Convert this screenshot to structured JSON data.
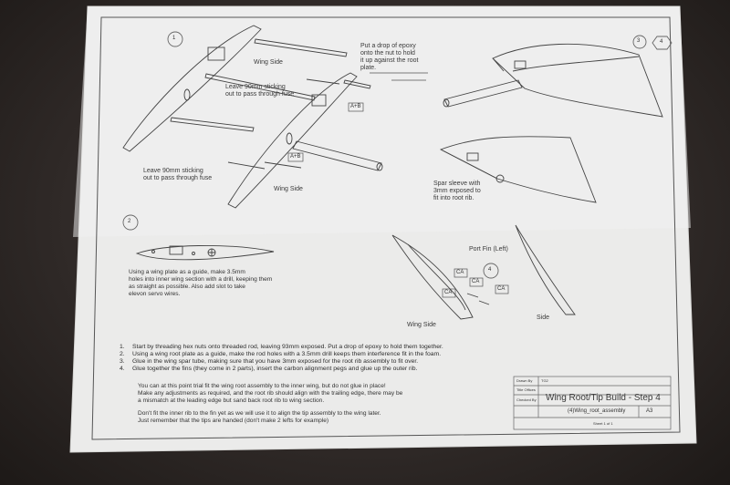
{
  "steps": [
    "1",
    "2",
    "3",
    "4"
  ],
  "labels": {
    "wing_side_1": "Wing Side",
    "wing_side_2": "Wing Side",
    "wing_side_3": "Wing Side",
    "leave_90mm_1": "Leave 90mm sticking\nout to pass through fuse",
    "leave_90mm_2": "Leave 90mm sticking\nout to pass through fuse",
    "epoxy_note": "Put a drop of epoxy\nonto the nut to hold\nit up against the root\nplate.",
    "ab_tag": "A+B",
    "spar_sleeve": "Spar sleeve with\n3mm exposed to\nfit into root rib.",
    "port_fin": "Port Fin (Left)",
    "side_label": "Side",
    "ca_tag": "CA",
    "wing_plate_note": "Using a wing plate as a guide, make 3.5mm\nholes into inner wing section with a drill, keeping them\nas straight as possible. Also add slot to take\nelevon servo wires."
  },
  "instructions": [
    {
      "num": "1.",
      "text": "Start by threading hex nuts onto threaded rod, leaving 93mm exposed. Put a drop of epoxy to hold them together."
    },
    {
      "num": "2.",
      "text": "Using a wing root plate as a guide, make the rod holes with a 3.5mm drill keeps them interference fit in the foam."
    },
    {
      "num": "3.",
      "text": "Glue in the wing spar tube, making sure that you have 3mm exposed for the root rib assembly to fit over."
    },
    {
      "num": "4.",
      "text": "Glue together the fins (they come in 2 parts), insert the carbon alignment pegs and glue up the outer rib."
    }
  ],
  "trial_fit": "You can at this point trial fit the wing root assembly to the inner wing, but do not glue in place!\nMake any adjustments as required, and the root rib should align with the trailing edge, there may be\na mismatch at the leading edge but sand back root rib to wing section.",
  "dont_fit": "Don't fit the inner rib to the fin yet as we will use it to align the tip assembly to the wing later.\nJust remember that the tips are handed (don't make 2 lefts for example)",
  "title_block": {
    "title": "Wing Root/Tip Build - Step 4",
    "drawing_name": "(4)Wing_root_assembly",
    "size": "A3",
    "row_labels": [
      "Drawn By",
      "Title Offices",
      "Checked By"
    ],
    "drawn_value": "TG2",
    "footer": "Sheet 1 of 1"
  }
}
